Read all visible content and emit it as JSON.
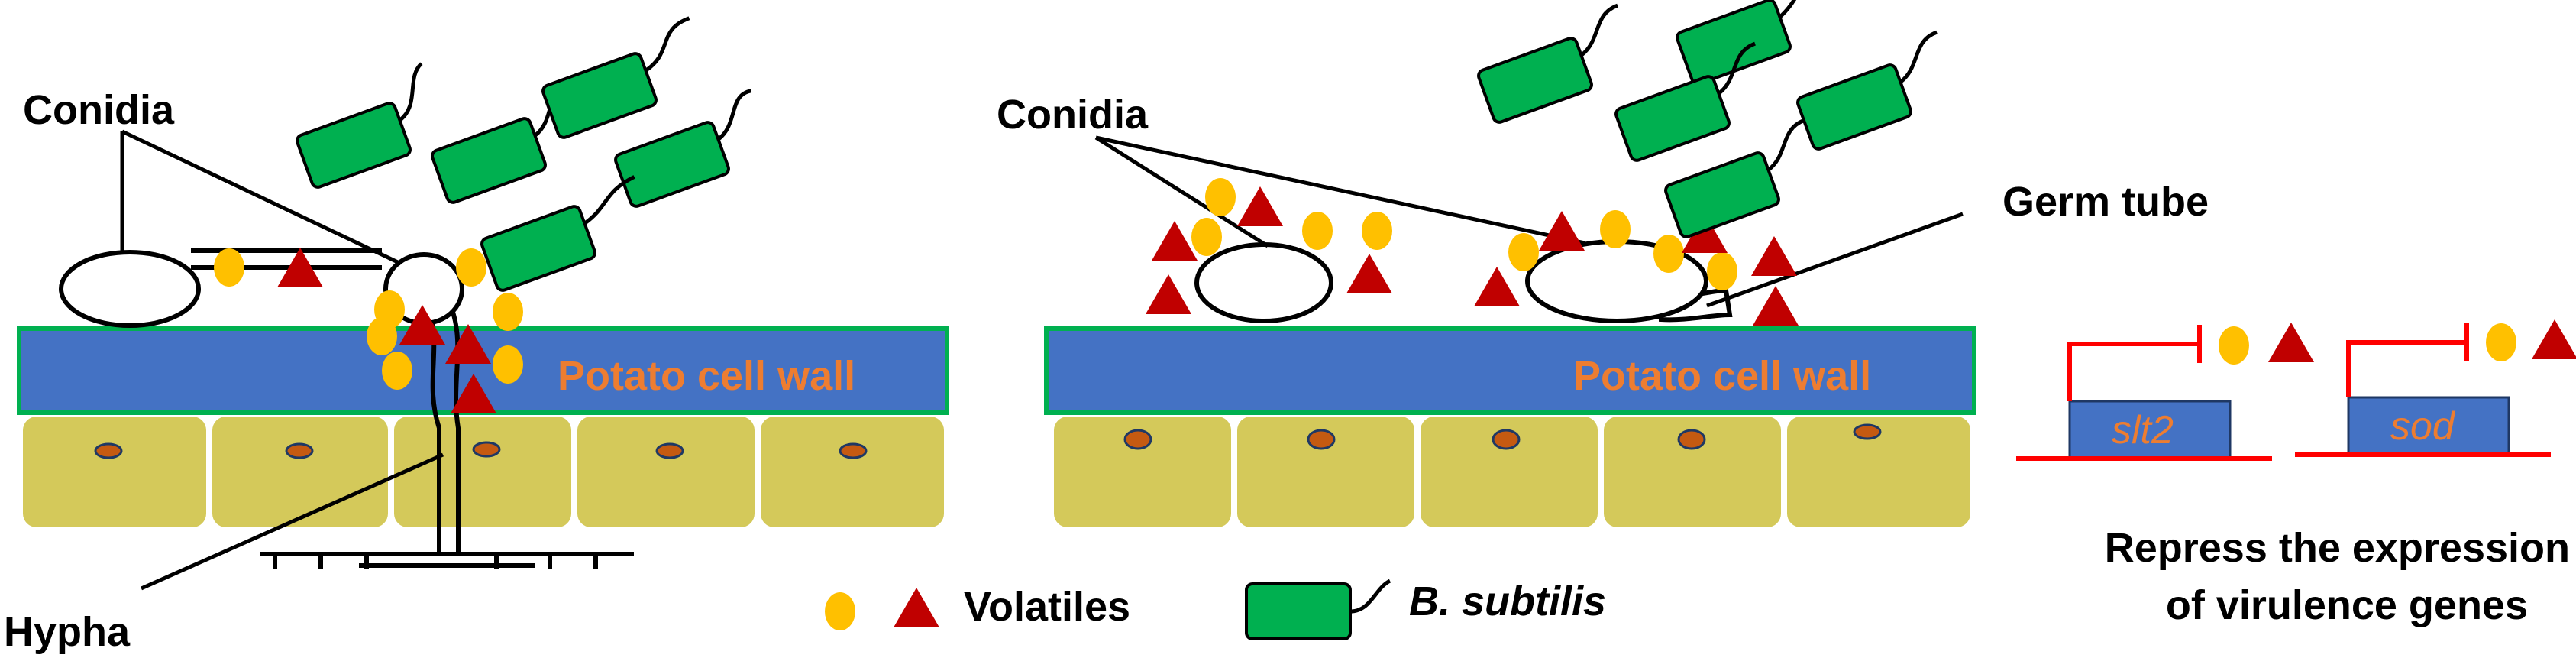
{
  "labels": {
    "conidia_left": "Conidia",
    "conidia_mid": "Conidia",
    "hypha": "Hypha",
    "germ_tube": "Germ tube",
    "potato_wall_left": "Potato cell wall",
    "potato_wall_mid": "Potato cell wall",
    "legend_volatiles": "Volatiles",
    "legend_bsubtilis": "B. subtilis",
    "gene_1": "slt2",
    "gene_2": "sod",
    "repress_line1": "Repress the expression",
    "repress_line2": "of virulence genes"
  },
  "colors": {
    "cell_wall": "#4472C4",
    "wall_edge": "#00B050",
    "potato_cell": "#D4C95A",
    "nucleus": "#C55A11",
    "bacterium": "#00B050",
    "volatile_circle": "#FFC000",
    "volatile_triangle": "#C00000",
    "gene_box": "#4472C4",
    "repress_line": "#FF0000",
    "wall_text": "#ED7D31"
  }
}
